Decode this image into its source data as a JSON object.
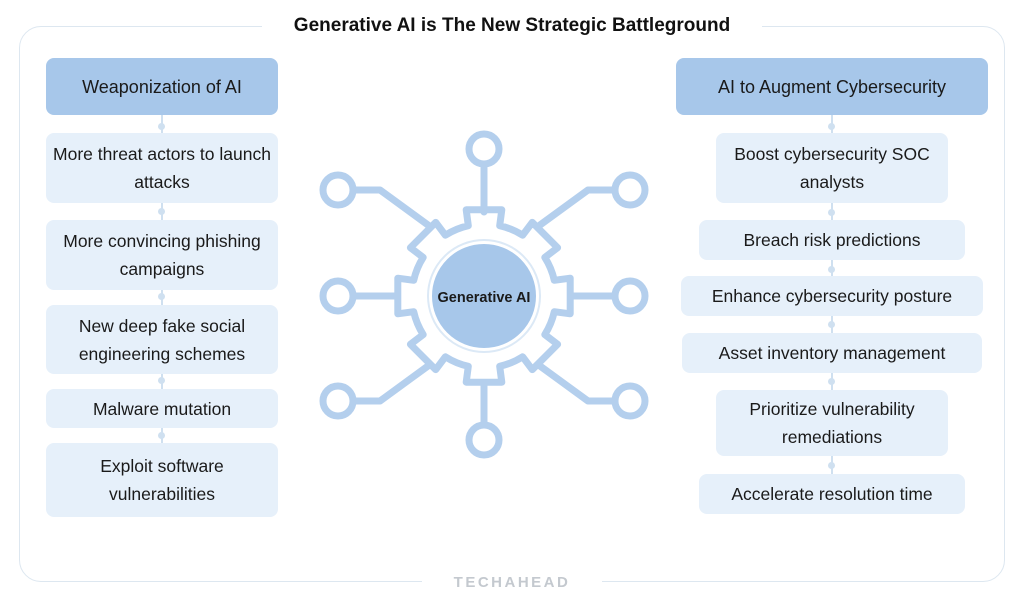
{
  "title": "Generative AI is The New Strategic Battleground",
  "center": {
    "label": "Generative AI",
    "icon": "gear-circuit-icon"
  },
  "left": {
    "heading": "Weaponization of AI",
    "items": [
      "More threat actors to launch attacks",
      "More convincing phishing campaigns",
      "New deep fake social engineering schemes",
      "Malware mutation",
      "Exploit software vulnerabilities"
    ]
  },
  "right": {
    "heading": "AI to Augment Cybersecurity",
    "items": [
      "Boost cybersecurity SOC analysts",
      "Breach risk predictions",
      "Enhance cybersecurity posture",
      "Asset inventory management",
      "Prioritize vulnerability remediations",
      "Accelerate resolution time"
    ]
  },
  "footer": "TECHAHEAD",
  "colors": {
    "heading_fill": "#a7c7ea",
    "item_fill": "#e6f0fa",
    "gear_stroke": "#b4cfed",
    "center_fill": "#a7c7ea"
  }
}
